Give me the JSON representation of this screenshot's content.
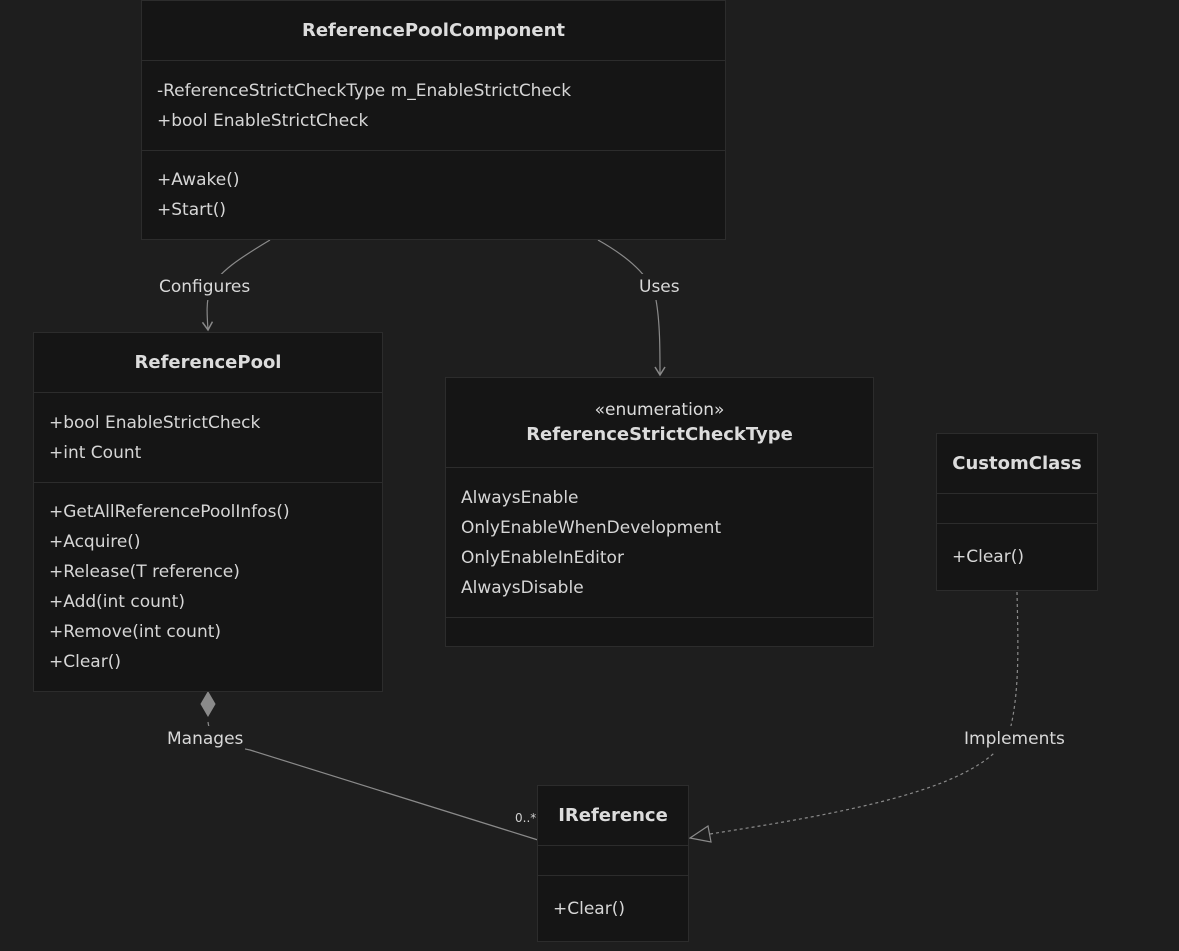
{
  "classes": {
    "rpc": {
      "name": "ReferencePoolComponent",
      "attributes": [
        "-ReferenceStrictCheckType m_EnableStrictCheck",
        "+bool EnableStrictCheck"
      ],
      "methods": [
        "+Awake()",
        "+Start()"
      ]
    },
    "rp": {
      "name": "ReferencePool",
      "attributes": [
        "+bool EnableStrictCheck",
        "+int Count"
      ],
      "methods": [
        "+GetAllReferencePoolInfos()",
        "+Acquire()",
        "+Release(T reference)",
        "+Add(int count)",
        "+Remove(int count)",
        "+Clear()"
      ]
    },
    "rsct": {
      "stereotype": "«enumeration»",
      "name": "ReferenceStrictCheckType",
      "values": [
        "AlwaysEnable",
        "OnlyEnableWhenDevelopment",
        "OnlyEnableInEditor",
        "AlwaysDisable"
      ]
    },
    "cc": {
      "name": "CustomClass",
      "methods": [
        "+Clear()"
      ]
    },
    "ir": {
      "name": "IReference",
      "methods": [
        "+Clear()"
      ]
    }
  },
  "relations": {
    "configures": "Configures",
    "uses": "Uses",
    "manages": "Manages",
    "manages_multiplicity": "0..*",
    "implements": "Implements"
  },
  "colors": {
    "background": "#1e1e1e",
    "box_fill": "#151515",
    "box_border": "#2c2c2c",
    "edge": "#8a8a8a",
    "text": "#d8d8d8"
  }
}
